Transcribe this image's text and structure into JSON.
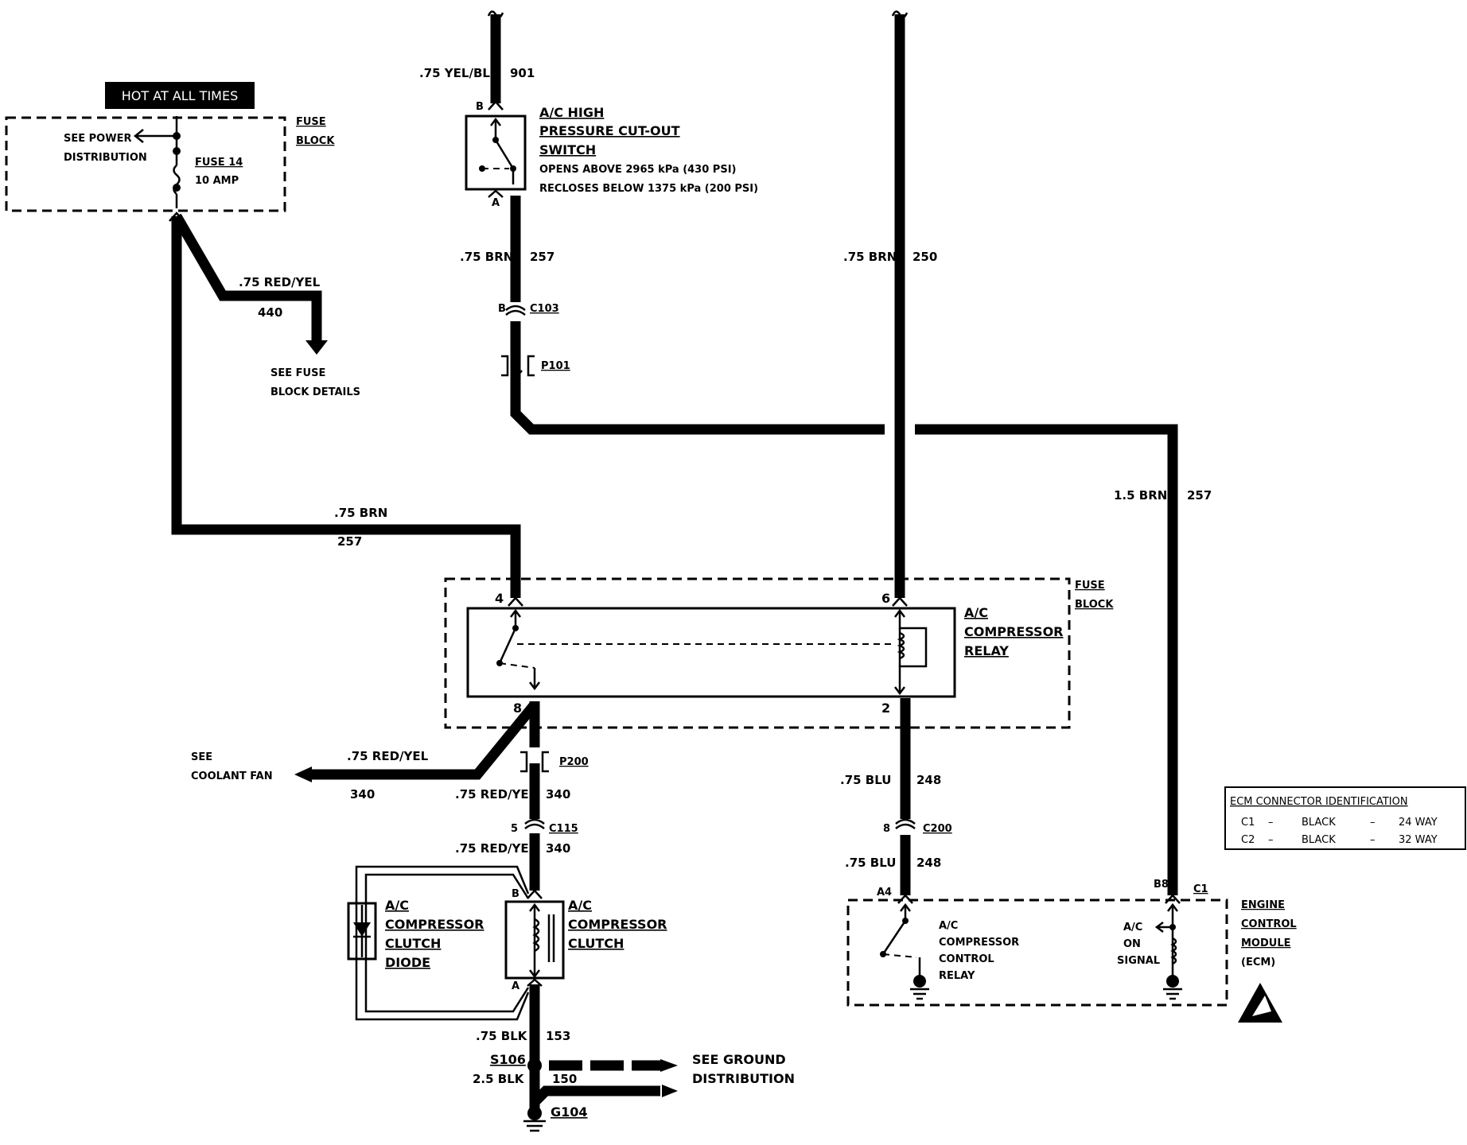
{
  "hot_at_all_times": "HOT AT ALL TIMES",
  "fuse_block_top": {
    "title_line1": "FUSE",
    "title_line2": "BLOCK",
    "see_power_line1": "SEE POWER",
    "see_power_line2": "DISTRIBUTION",
    "fuse_name": "FUSE 14",
    "fuse_rating": "10 AMP"
  },
  "wire_440": {
    "gauge_color": ".75 RED/YEL",
    "circuit": "440"
  },
  "see_fuse_block_details": {
    "line1": "SEE FUSE",
    "line2": "BLOCK DETAILS"
  },
  "wire_901": {
    "gauge_color": ".75 YEL/BLK",
    "circuit": "901"
  },
  "hp_switch": {
    "pin_top": "B",
    "pin_bottom": "A",
    "title_line1": "A/C HIGH",
    "title_line2": "PRESSURE CUT-OUT",
    "title_line3": "SWITCH",
    "note_line1": "OPENS ABOVE 2965 kPa (430 PSI)",
    "note_line2": "RECLOSES BELOW 1375 kPa (200 PSI)"
  },
  "wire_257_top": {
    "gauge_color": ".75 BRN",
    "circuit": "257"
  },
  "connector_c103": {
    "pin": "B",
    "name": "C103"
  },
  "connector_p101": {
    "name": "P101"
  },
  "wire_250": {
    "gauge_color": ".75 BRN",
    "circuit": "250"
  },
  "wire_257_right": {
    "gauge_color": "1.5 BRN",
    "circuit": "257"
  },
  "wire_257_left": {
    "gauge_color": ".75 BRN",
    "circuit": "257"
  },
  "relay": {
    "block_line1": "FUSE",
    "block_line2": "BLOCK",
    "title_line1": "A/C",
    "title_line2": "COMPRESSOR",
    "title_line3": "RELAY",
    "pin4": "4",
    "pin6": "6",
    "pin8": "8",
    "pin2": "2"
  },
  "coolant_fan": {
    "see_line1": "SEE",
    "see_line2": "COOLANT FAN",
    "gauge_color": ".75 RED/YEL",
    "circuit": "340"
  },
  "connector_p200": {
    "name": "P200"
  },
  "wire_340_a": {
    "gauge_color": ".75 RED/YEL",
    "circuit": "340"
  },
  "connector_c115": {
    "pin": "5",
    "name": "C115"
  },
  "wire_340_b": {
    "gauge_color": ".75 RED/YEL",
    "circuit": "340"
  },
  "diode": {
    "line1": "A/C",
    "line2": "COMPRESSOR",
    "line3": "CLUTCH",
    "line4": "DIODE"
  },
  "clutch": {
    "pin_top": "B",
    "pin_bottom": "A",
    "line1": "A/C",
    "line2": "COMPRESSOR",
    "line3": "CLUTCH"
  },
  "wire_153": {
    "gauge_color": ".75 BLK",
    "circuit": "153"
  },
  "splice_s106": {
    "name": "S106",
    "gauge_color": "2.5 BLK",
    "circuit": "150"
  },
  "ground_g104": {
    "name": "G104"
  },
  "see_ground": {
    "line1": "SEE GROUND",
    "line2": "DISTRIBUTION"
  },
  "wire_248_a": {
    "gauge_color": ".75 BLU",
    "circuit": "248"
  },
  "connector_c200": {
    "pin": "8",
    "name": "C200"
  },
  "wire_248_b": {
    "gauge_color": ".75 BLU",
    "circuit": "248"
  },
  "ecm": {
    "pin_a4": "A4",
    "pin_b8": "B8",
    "pin_c1": "C1",
    "relay_line1": "A/C",
    "relay_line2": "COMPRESSOR",
    "relay_line3": "CONTROL",
    "relay_line4": "RELAY",
    "signal_line1": "A/C",
    "signal_line2": "ON",
    "signal_line3": "SIGNAL",
    "title_line1": "ENGINE",
    "title_line2": "CONTROL",
    "title_line3": "MODULE",
    "title_line4": "(ECM)"
  },
  "ecm_connector_id": {
    "title": "ECM CONNECTOR IDENTIFICATION",
    "rows": [
      {
        "conn": "C1",
        "dash1": "–",
        "color": "BLACK",
        "dash2": "–",
        "size": "24 WAY"
      },
      {
        "conn": "C2",
        "dash1": "–",
        "color": "BLACK",
        "dash2": "–",
        "size": "32 WAY"
      }
    ]
  }
}
